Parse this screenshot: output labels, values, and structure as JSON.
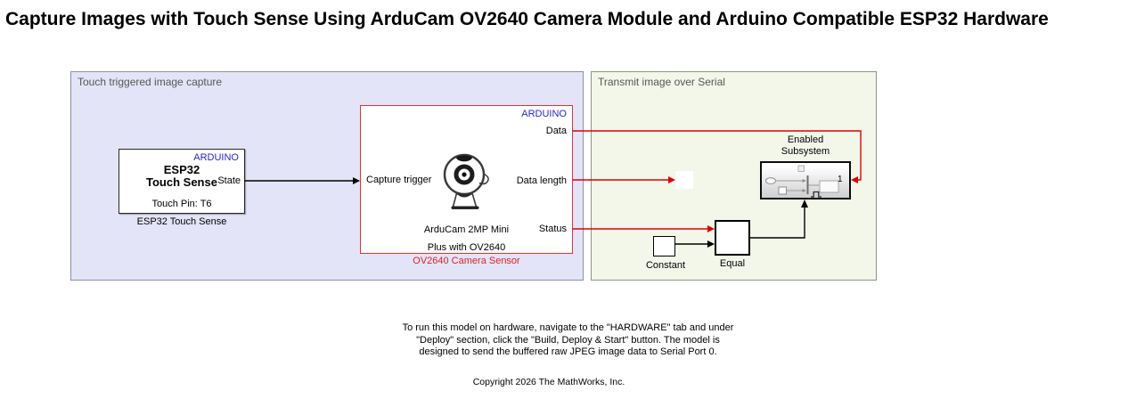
{
  "title": "Capture Images with Touch Sense Using ArduCam OV2640 Camera Module and Arduino Compatible ESP32 Hardware",
  "regions": {
    "capture": {
      "label": "Touch triggered image capture",
      "bg": "#e4e4f8"
    },
    "transmit": {
      "label": "Transmit image over Serial",
      "bg": "#f2f7ea"
    }
  },
  "blocks": {
    "esp32": {
      "vendor_tag": "ARDUINO",
      "name_line1": "ESP32",
      "name_line2": "Touch Sense",
      "port_out": "State",
      "detail": "Touch Pin: T6",
      "caption": "ESP32 Touch Sense"
    },
    "camera": {
      "vendor_tag": "ARDUINO",
      "port_in": "Capture trigger",
      "ports_out": [
        "Data",
        "Data length",
        "Status"
      ],
      "detail_line1": "ArduCam 2MP Mini",
      "detail_line2": "Plus with OV2640",
      "caption": "OV2640 Camera Sensor",
      "icon": "webcam-icon",
      "border_color": "#dc3434"
    },
    "constant": {
      "caption": "Constant"
    },
    "equal": {
      "caption": "Equal"
    },
    "enabled_subsystem": {
      "caption_line1": "Enabled",
      "caption_line2": "Subsystem",
      "inport_label": "1",
      "icon": "enabled-subsystem-preview-icon"
    },
    "white_placeholder": {
      "note": ""
    }
  },
  "notes": {
    "instructions_line1": "To run this model on hardware, navigate to the \"HARDWARE\" tab and under",
    "instructions_line2": "\"Deploy\" section, click the \"Build, Deploy & Start\" button. The model is",
    "instructions_line3": "designed to send the buffered raw JPEG image data to Serial Port 0.",
    "copyright": "Copyright 2026 The MathWorks, Inc."
  },
  "colors": {
    "signal_red": "#e00000",
    "signal_black": "#000000",
    "vendor_blue": "#2626cc",
    "region_label_gray": "#565656",
    "caption_red": "#e02222"
  }
}
